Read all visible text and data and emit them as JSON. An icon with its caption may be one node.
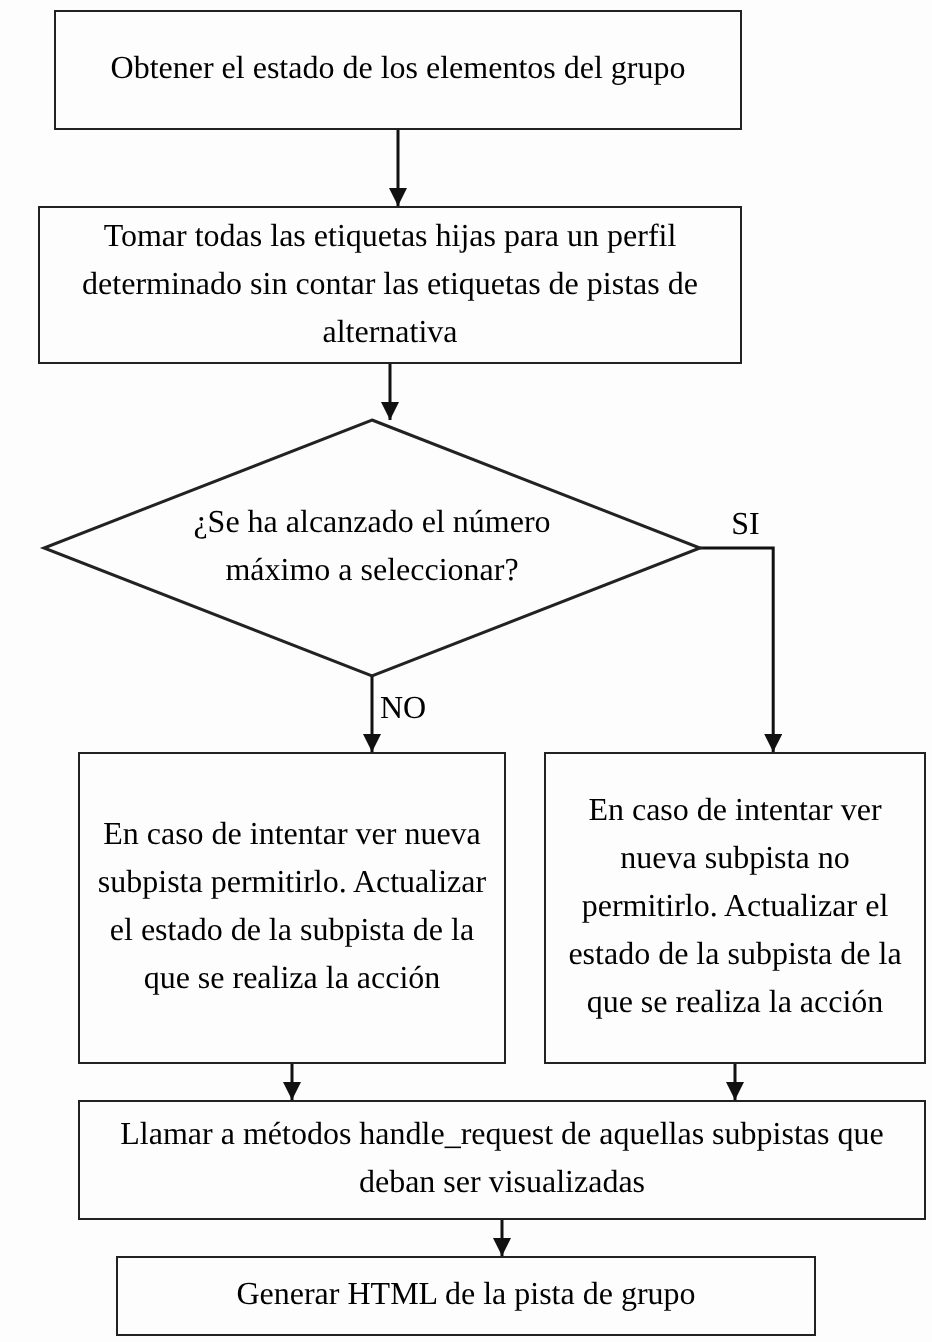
{
  "diagram": {
    "nodes": [
      {
        "text": [
          "Obtener el estado de los elementos del grupo"
        ]
      },
      {
        "text": [
          "Tomar todas las etiquetas hijas para un perfil determinado sin contar las etiquetas de pistas de alternativa"
        ]
      },
      {
        "text": [
          "¿Se ha alcanzado el número máximo a seleccionar?"
        ]
      },
      {
        "text": [
          "En caso de intentar ver nueva subpista permitirlo. Actualizar el estado de la subpista de la que se realiza la acción"
        ]
      },
      {
        "text": [
          "En caso de intentar ver nueva subpista no permitirlo. Actualizar el estado de la subpista de la que se realiza la acción"
        ]
      },
      {
        "text": [
          "Llamar a métodos handle_request de aquellas subpistas que deban ser visualizadas"
        ]
      },
      {
        "text": [
          "Generar HTML de la pista de grupo"
        ]
      }
    ],
    "edges": [
      {
        "from": 0,
        "to": 1,
        "arrow": "to"
      },
      {
        "from": 1,
        "to": 2,
        "arrow": "to"
      },
      {
        "from": 2,
        "to": 3,
        "arrow": "to",
        "label": "NO"
      },
      {
        "from": 2,
        "to": 4,
        "arrow": "to",
        "label": "SI"
      },
      {
        "from": 3,
        "to": 5,
        "arrow": "to"
      },
      {
        "from": 4,
        "to": 5,
        "arrow": "to"
      },
      {
        "from": 5,
        "to": 6,
        "arrow": "to"
      }
    ]
  }
}
